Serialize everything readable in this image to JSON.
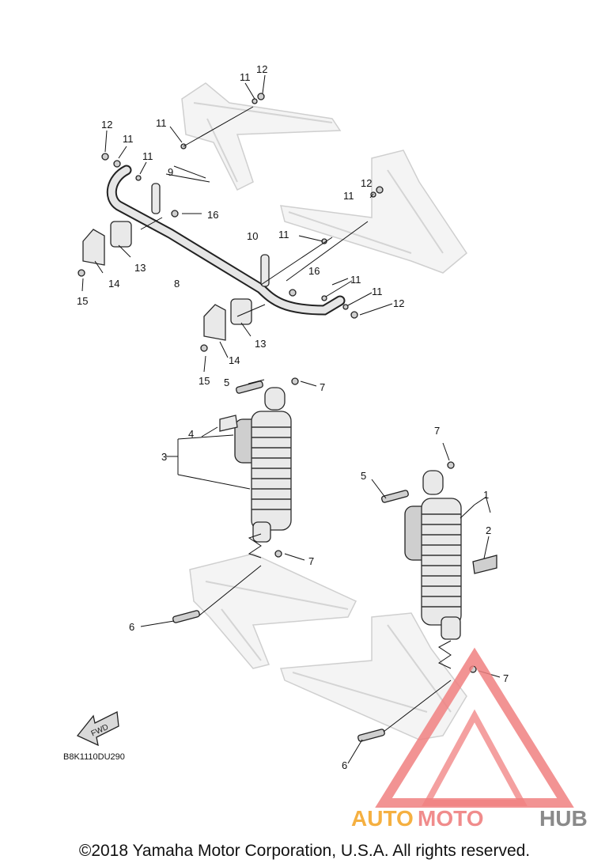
{
  "diagram": {
    "callouts": {
      "c1": "1",
      "c2": "2",
      "c3": "3",
      "c4": "4",
      "c5a": "5",
      "c5b": "5",
      "c6a": "6",
      "c6b": "6",
      "c7a": "7",
      "c7b": "7",
      "c7c": "7",
      "c7d": "7",
      "c8": "8",
      "c9": "9",
      "c10": "10",
      "c11a": "11",
      "c11b": "11",
      "c11c": "11",
      "c11d": "11",
      "c11e": "11",
      "c11f": "11",
      "c11g": "11",
      "c12a": "12",
      "c12b": "12",
      "c12c": "12",
      "c12d": "12",
      "c13a": "13",
      "c13b": "13",
      "c14a": "14",
      "c14b": "14",
      "c15a": "15",
      "c15b": "15",
      "c16a": "16",
      "c16b": "16"
    },
    "fwd_label": "FWD",
    "diagram_code": "B8K1110DU290"
  },
  "watermark": {
    "part1": "AUTO",
    "part2": "MOTO",
    "part3": "HUB",
    "colors": {
      "auto": "#f5b041",
      "moto": "#f08c8c",
      "hub": "#8a8a8a",
      "triangle": "#f08080"
    }
  },
  "footer": {
    "copyright": "©2018 Yamaha Motor Corporation, U.S.A. All rights reserved."
  }
}
